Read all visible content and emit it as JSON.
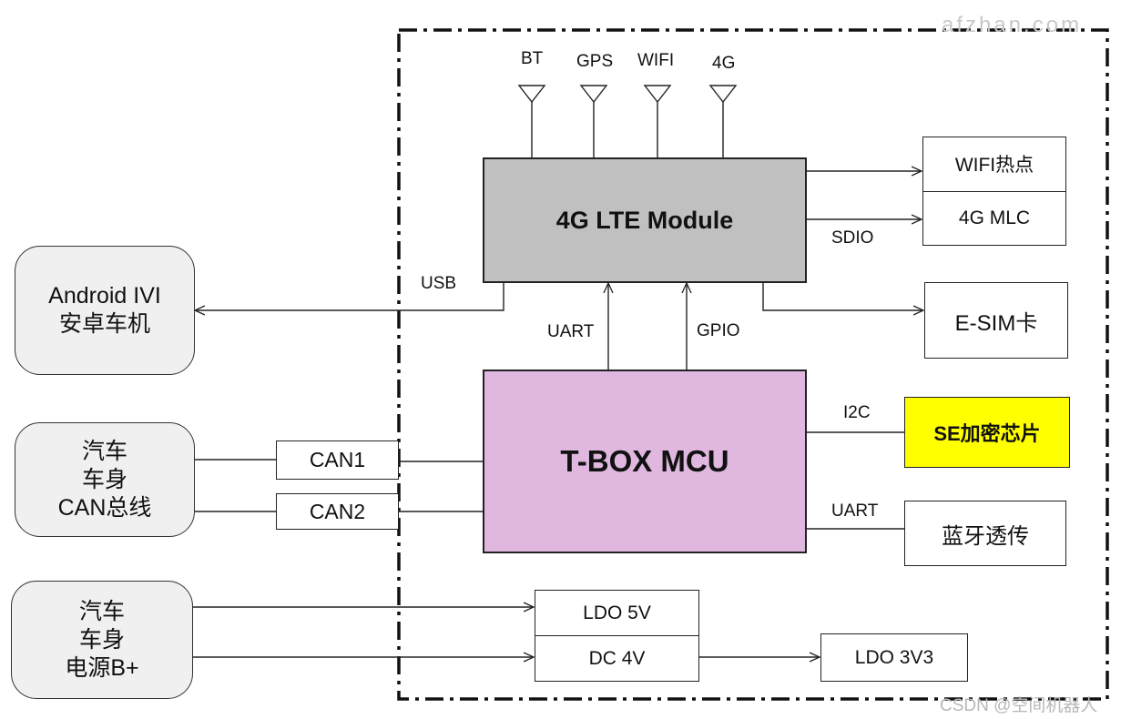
{
  "antennas": [
    "BT",
    "GPS",
    "WIFI",
    "4G"
  ],
  "modules": {
    "lte": "4G LTE Module",
    "mcu": "T-BOX MCU"
  },
  "external": {
    "ivi": [
      "Android IVI",
      "安卓车机"
    ],
    "can_bus": [
      "汽车",
      "车身",
      "CAN总线"
    ],
    "power": [
      "汽车",
      "车身",
      "电源B+"
    ]
  },
  "can": [
    "CAN1",
    "CAN2"
  ],
  "right_blocks": {
    "wifi_hotspot": "WIFI热点",
    "mlc": "4G MLC",
    "esim": "E-SIM卡",
    "se_chip": "SE加密芯片",
    "bt_passthrough": "蓝牙透传"
  },
  "power_blocks": {
    "ldo5": "LDO 5V",
    "dc4": "DC 4V",
    "ldo33": "LDO 3V3"
  },
  "links": {
    "usb": "USB",
    "sdio": "SDIO",
    "uart_lte": "UART",
    "gpio": "GPIO",
    "i2c": "I2C",
    "uart_bt": "UART"
  },
  "watermarks": {
    "top": "afzhan.com",
    "bottom": "CSDN @空间机器人"
  },
  "colors": {
    "lte_fill": "#c0c0c0",
    "mcu_fill": "#dfb7df",
    "se_fill": "#ffff00",
    "ext_fill": "#f0f0f0"
  }
}
